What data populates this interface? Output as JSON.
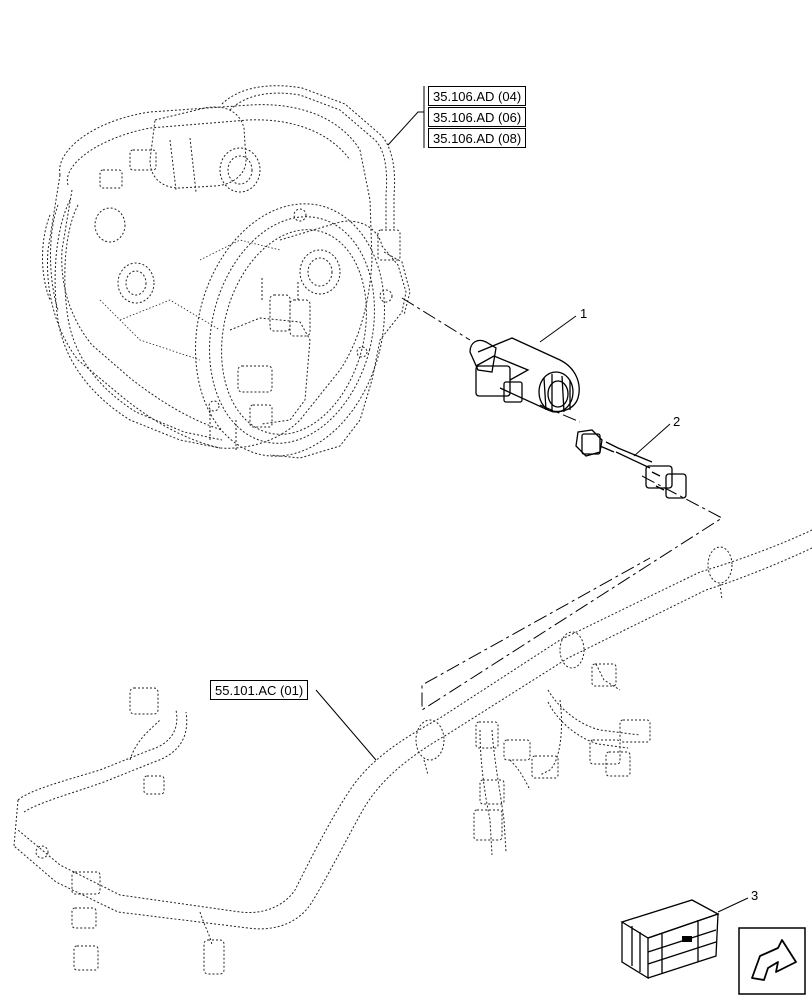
{
  "references": {
    "top": [
      "35.106.AD (04)",
      "35.106.AD (06)",
      "35.106.AD (08)"
    ],
    "harness": "55.101.AC (01)"
  },
  "callouts": {
    "solenoid": "1",
    "connector_cable": "2",
    "kit_box": "3"
  },
  "icons": {
    "navigation": "return-arrow-icon",
    "kit": "crate-icon"
  }
}
